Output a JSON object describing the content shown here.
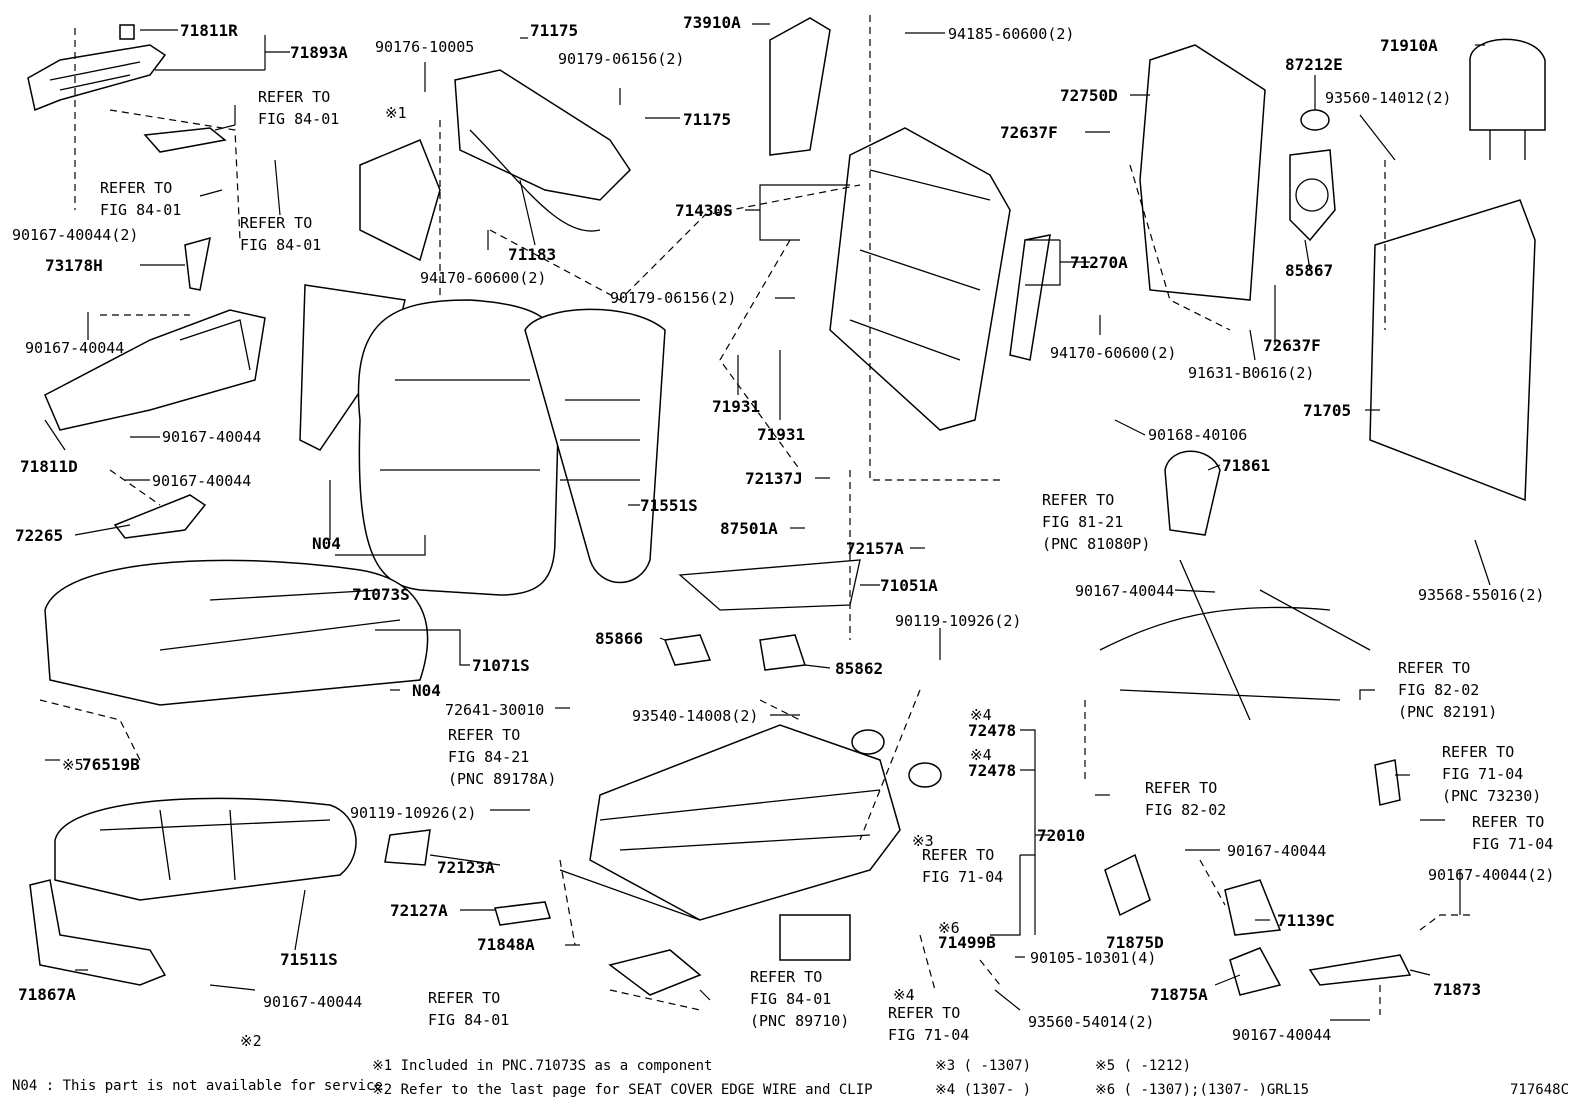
{
  "parts": {
    "p71811R": "71811R",
    "p71893A": "71893A",
    "p90176": "90176-10005",
    "p71175a": "71175",
    "p73910A": "73910A",
    "p94185": "94185-60600(2)",
    "p72750D": "72750D",
    "p87212E": "87212E",
    "p71910A": "71910A",
    "p90179a": "90179-06156(2)",
    "p71175b": "71175",
    "p93560a": "93560-14012(2)",
    "p72637Fa": "72637F",
    "p71430S": "71430S",
    "p71183": "71183",
    "p94170a": "94170-60600(2)",
    "p73178H": "73178H",
    "p90167a": "90167-40044(2)",
    "p90167b": "90167-40044",
    "p71270A": "71270A",
    "p85867": "85867",
    "p90179b": "90179-06156(2)",
    "p94170b": "94170-60600(2)",
    "p91631": "91631-B0616(2)",
    "p72637Fb": "72637F",
    "p71931a": "71931",
    "p71931b": "71931",
    "p71705": "71705",
    "p90168": "90168-40106",
    "p90167c": "90167-40044",
    "p71811D": "71811D",
    "p90167d": "90167-40044",
    "p72265": "72265",
    "p72137J": "72137J",
    "p71861": "71861",
    "p71551S": "71551S",
    "pN04a": "N04",
    "p87501A": "87501A",
    "p72157A": "72157A",
    "p71073S": "71073S",
    "p71051A": "71051A",
    "p90167e": "90167-40044",
    "p93568": "93568-55016(2)",
    "p90119a": "90119-10926(2)",
    "p85866": "85866",
    "p85862": "85862",
    "p71071S": "71071S",
    "pN04b": "N04",
    "p72641": "72641-30010",
    "p93540": "93540-14008(2)",
    "p72478a": "72478",
    "p72478b": "72478",
    "p76519B": "76519B",
    "p90119b": "90119-10926(2)",
    "p72010": "72010",
    "p72123A": "72123A",
    "p90167f": "90167-40044",
    "p72127A": "72127A",
    "p71499B": "71499B",
    "p71875D": "71875D",
    "p71139C": "71139C",
    "p90167g": "90167-40044(2)",
    "p71848A": "71848A",
    "p71511S": "71511S",
    "p90105": "90105-10301(4)",
    "p71867A": "71867A",
    "p90167h": "90167-40044",
    "p71875A": "71875A",
    "p71873": "71873",
    "p93560b": "93560-54014(2)",
    "p90167i": "90167-40044"
  },
  "marks": {
    "m1": "※1",
    "m4a": "※4",
    "m4b": "※4",
    "m3": "※3",
    "m6": "※6",
    "m5": "※5",
    "m4c": "※4",
    "m2": "※2"
  },
  "refs": {
    "r1": [
      "REFER TO",
      "FIG 84-01"
    ],
    "r2": [
      "REFER TO",
      "FIG 84-01"
    ],
    "r3": [
      "REFER TO",
      "FIG 84-01"
    ],
    "r4": [
      "REFER TO",
      "FIG 81-21",
      "(PNC 81080P)"
    ],
    "r5": [
      "REFER TO",
      "FIG 82-02",
      "(PNC 82191)"
    ],
    "r6": [
      "REFER TO",
      "FIG 84-21",
      "(PNC 89178A)"
    ],
    "r7": [
      "REFER TO",
      "FIG 71-04",
      "(PNC 73230)"
    ],
    "r8": [
      "REFER TO",
      "FIG 82-02"
    ],
    "r9": [
      "REFER TO",
      "FIG 71-04"
    ],
    "r10": [
      "REFER TO",
      "FIG 71-04"
    ],
    "r11": [
      "REFER TO",
      "FIG 84-01",
      "(PNC 89710)"
    ],
    "r12": [
      "REFER TO",
      "FIG 84-01"
    ],
    "r13": [
      "REFER TO",
      "FIG 71-04"
    ]
  },
  "footer": {
    "n04": "N04 : This part is not available for service",
    "note1": "※1 Included in PNC.71073S as a component",
    "note2": "※2 Refer to the last page for SEAT COVER EDGE WIRE and CLIP",
    "note3": "※3 (     -1307)",
    "note4": "※4 (1307-       )",
    "note5": "※5 (     -1212)",
    "note6": "※6 (     -1307);(1307-      )GRL15",
    "figno": "717648C"
  }
}
